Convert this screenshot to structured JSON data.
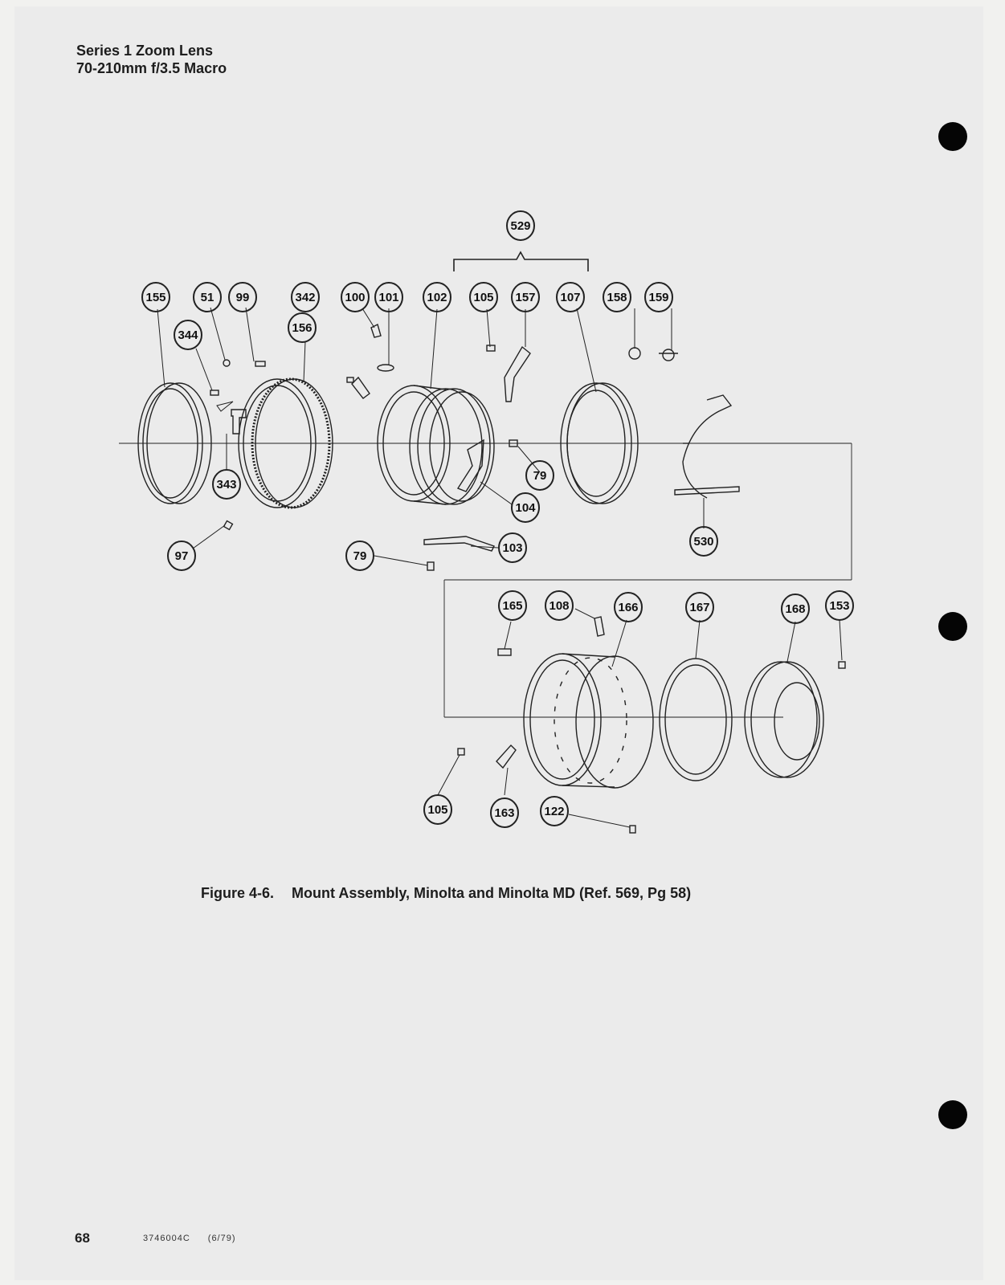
{
  "header": {
    "line1": "Series 1 Zoom Lens",
    "line2": "70-210mm f/3.5 Macro"
  },
  "callouts": [
    {
      "label": "529"
    },
    {
      "label": "155"
    },
    {
      "label": "51"
    },
    {
      "label": "99"
    },
    {
      "label": "342"
    },
    {
      "label": "156"
    },
    {
      "label": "344"
    },
    {
      "label": "100"
    },
    {
      "label": "101"
    },
    {
      "label": "102"
    },
    {
      "label": "105"
    },
    {
      "label": "157"
    },
    {
      "label": "107"
    },
    {
      "label": "158"
    },
    {
      "label": "159"
    },
    {
      "label": "343"
    },
    {
      "label": "97"
    },
    {
      "label": "79"
    },
    {
      "label": "104"
    },
    {
      "label": "79"
    },
    {
      "label": "103"
    },
    {
      "label": "530"
    },
    {
      "label": "165"
    },
    {
      "label": "108"
    },
    {
      "label": "166"
    },
    {
      "label": "167"
    },
    {
      "label": "168"
    },
    {
      "label": "153"
    },
    {
      "label": "105"
    },
    {
      "label": "163"
    },
    {
      "label": "122"
    }
  ],
  "caption": {
    "figure": "Figure 4-6.",
    "title": "Mount Assembly,  Minolta and Minolta MD  (Ref. 569,  Pg 58)"
  },
  "footer": {
    "page_number": "68",
    "doc_code": "3746004C",
    "date": "(6/79)"
  }
}
